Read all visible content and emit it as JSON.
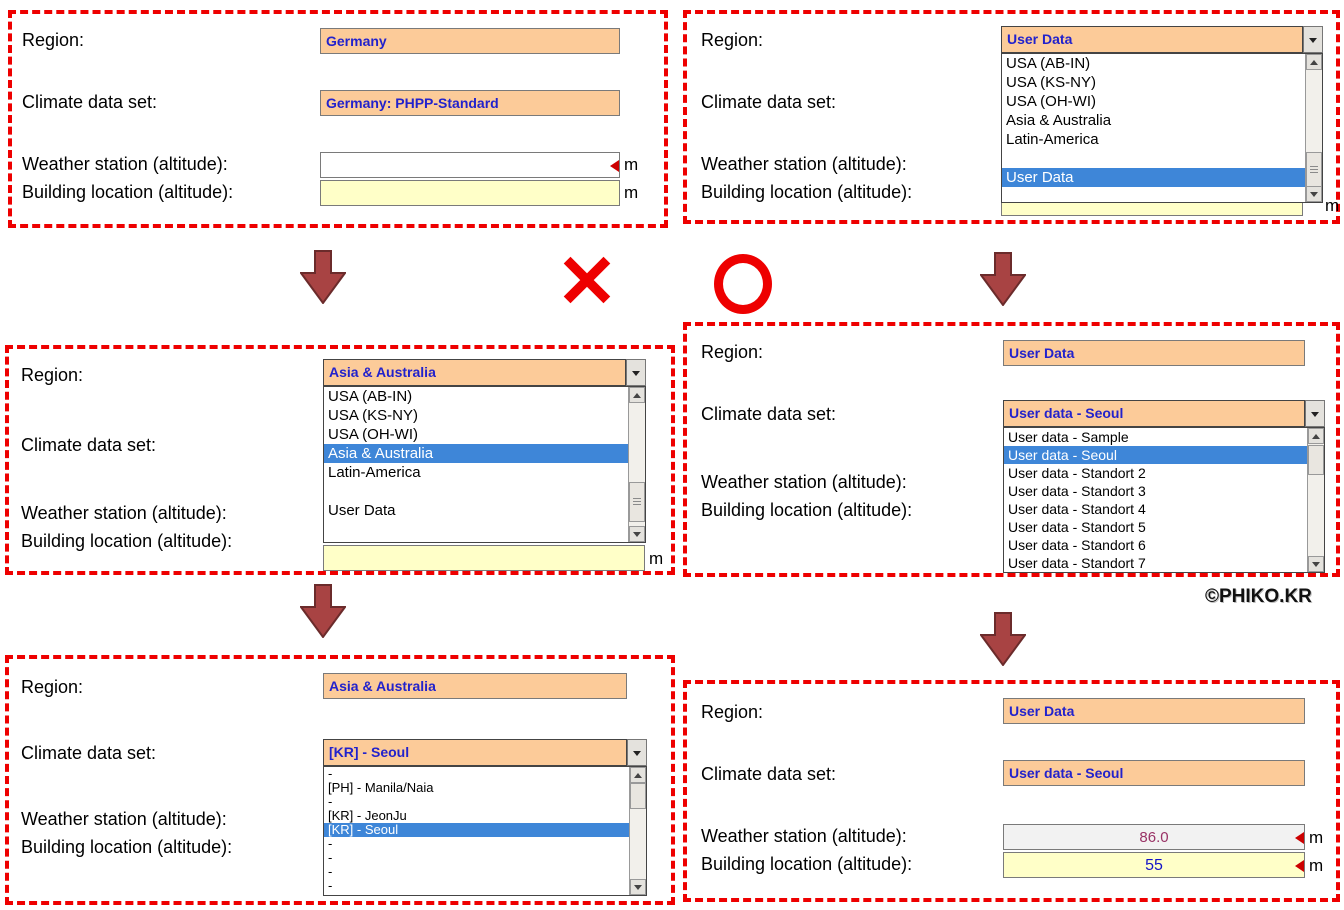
{
  "watermark": "©PHIKO.KR",
  "marks": {
    "wrong_mark": "✕",
    "correct_mark": "O"
  },
  "labels": {
    "region": "Region:",
    "climate": "Climate data set:",
    "weather": "Weather station (altitude):",
    "building": "Building location (altitude):",
    "unit_m": "m"
  },
  "panels": {
    "p1": {
      "region_value": "Germany",
      "climate_value": "Germany: PHPP-Standard",
      "weather_value": "",
      "building_value": ""
    },
    "p2": {
      "region_value": "User Data",
      "dropdown": {
        "options": [
          "USA (AB-IN)",
          "USA (KS-NY)",
          "USA (OH-WI)",
          "Asia & Australia",
          "Latin-America",
          "",
          "User Data"
        ],
        "selected": "User Data"
      }
    },
    "p3": {
      "region_value": "Asia & Australia",
      "dropdown": {
        "options": [
          "USA (AB-IN)",
          "USA (KS-NY)",
          "USA (OH-WI)",
          "Asia & Australia",
          "Latin-America",
          "",
          "User Data"
        ],
        "selected": "Asia & Australia"
      }
    },
    "p4": {
      "region_value": "User Data",
      "climate_value": "User data - Seoul",
      "dropdown": {
        "options": [
          "User data - Sample",
          "User data - Seoul",
          "User data - Standort 2",
          "User data - Standort 3",
          "User data - Standort 4",
          "User data - Standort 5",
          "User data - Standort 6",
          "User data - Standort 7"
        ],
        "selected": "User data - Seoul"
      }
    },
    "p5": {
      "region_value": "Asia & Australia",
      "climate_value": "[KR] - Seoul",
      "dropdown": {
        "options": [
          "-",
          "[PH] - Manila/Naia",
          "-",
          "[KR] - JeonJu",
          "[KR] - Seoul",
          "-",
          "-",
          "-",
          "-"
        ],
        "selected": "[KR] - Seoul"
      }
    },
    "p6": {
      "region_value": "User Data",
      "climate_value": "User data - Seoul",
      "weather_value": "86.0",
      "building_value": "55"
    }
  }
}
